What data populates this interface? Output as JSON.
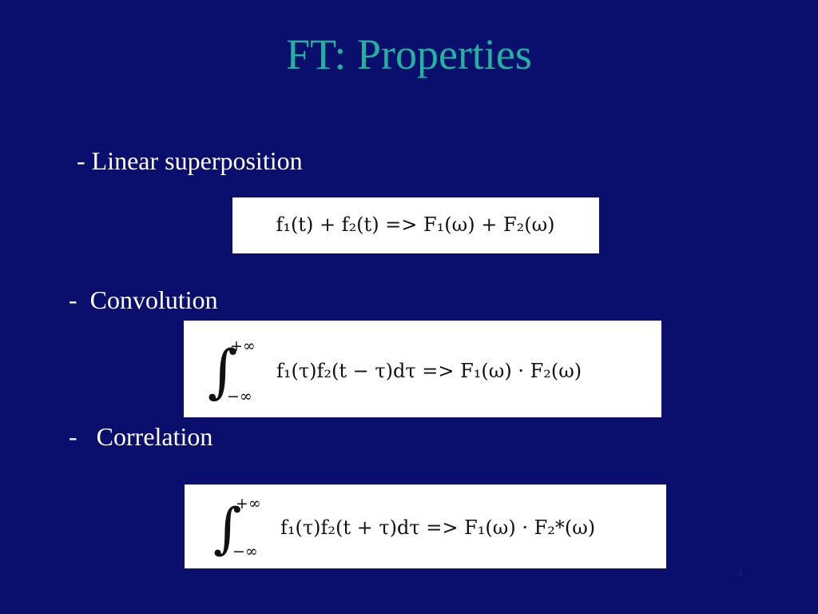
{
  "slide": {
    "title": "FT: Properties",
    "bullets": [
      {
        "text": "- Linear superposition"
      },
      {
        "text": "-  Convolution"
      },
      {
        "text": "-   Correlation"
      }
    ],
    "equations": {
      "linear": {
        "lhs": "f₁(t) + f₂(t) => F₁(ω) + F₂(ω)"
      },
      "convolution": {
        "upper": "+∞",
        "lower": "−∞",
        "integrand": "f₁(τ)f₂(t − τ)dτ => F₁(ω) · F₂(ω)"
      },
      "correlation": {
        "upper": "+∞",
        "lower": "−∞",
        "integrand": "f₁(τ)f₂(t + τ)dτ => F₁(ω) · F₂*(ω)"
      }
    },
    "page_number": "4"
  }
}
